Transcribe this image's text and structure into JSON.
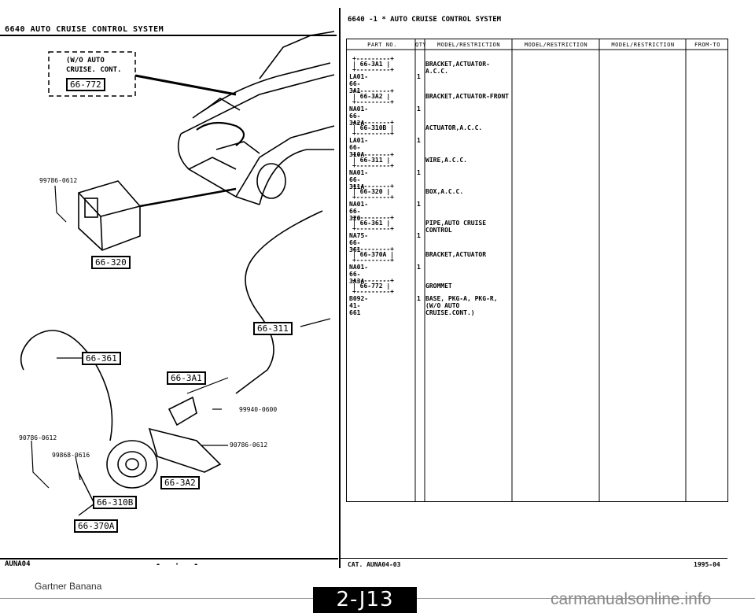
{
  "left": {
    "title": "6640    AUTO CRUISE CONTROL SYSTEM",
    "inset_line1": "(W/O AUTO",
    "inset_line2": "CRUISE. CONT.",
    "inset_callout": "66-772",
    "labels": {
      "p99786": "99786-0612",
      "p99940": "99940-0600",
      "p90786a": "90786-0612",
      "p90786b": "90786-0612",
      "p99868": "99868-0616"
    },
    "callouts": [
      "66-320",
      "66-311",
      "66-361",
      "66-3A1",
      "66-3A2",
      "66-310B",
      "66-370A"
    ],
    "code": "AUNA04",
    "dashes": "- · -"
  },
  "right": {
    "title": "6640  -1  *  AUTO CRUISE CONTROL SYSTEM",
    "headers": [
      "PART NO.",
      "QTY",
      "MODEL/RESTRICTION",
      "MODEL/RESTRICTION",
      "MODEL/RESTRICTION",
      "FROM-TO"
    ],
    "parts": [
      {
        "box": "66-3A1",
        "part_no": "LA01-66-3A1",
        "qty": "1",
        "desc": "BRACKET,ACTUATOR-A.C.C."
      },
      {
        "box": "66-3A2",
        "part_no": "NA01-66-3A2A",
        "qty": "1",
        "desc": "BRACKET,ACTUATOR-FRONT"
      },
      {
        "box": "66-310B",
        "part_no": "LA01-66-310A",
        "qty": "1",
        "desc": "ACTUATOR,A.C.C."
      },
      {
        "box": "66-311",
        "part_no": "NA01-66-311A",
        "qty": "1",
        "desc": "WIRE,A.C.C."
      },
      {
        "box": "66-320",
        "part_no": "NA01-66-320",
        "qty": "1",
        "desc": "BOX,A.C.C."
      },
      {
        "box": "66-361",
        "part_no": "NA75-66-361",
        "qty": "1",
        "desc": "PIPE,AUTO CRUISE CONTROL"
      },
      {
        "box": "66-370A",
        "part_no": "NA01-66-3A3A",
        "qty": "1",
        "desc": "BRACKET,ACTUATOR"
      },
      {
        "box": "66-772",
        "part_no": "B092-41-661",
        "qty": "1",
        "desc": "GROMMET",
        "desc2": "BASE, PKG-A, PKG-R, (W/O AUTO CRUISE.CONT.)"
      }
    ],
    "cat": "CAT. AUNA04-03",
    "date": "1995-04"
  },
  "footer": {
    "watermark": "Gartner Banana",
    "page": "2-J13",
    "site": "carmanualsonline.info"
  }
}
